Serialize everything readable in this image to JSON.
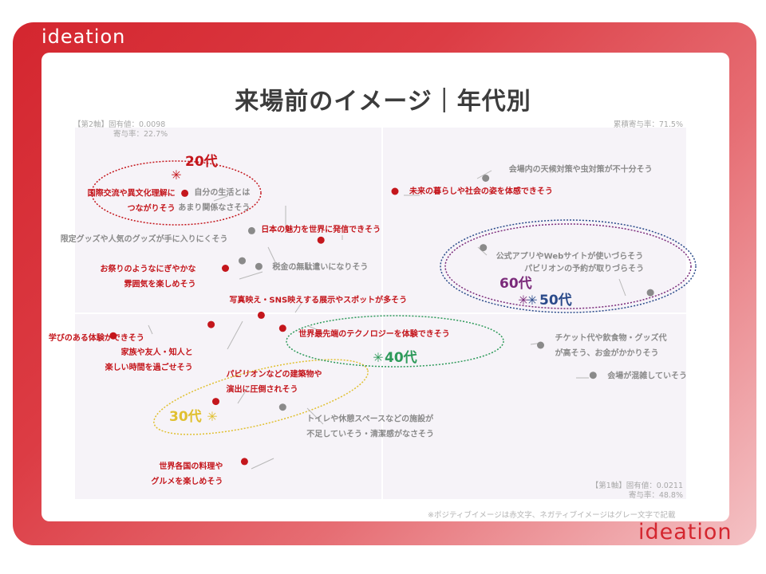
{
  "logo": {
    "top": "ideation",
    "bottom": "ideation"
  },
  "title": "来場前のイメージ｜年代別",
  "meta": {
    "axis2_line1": "【第2軸】固有値：0.0098",
    "axis2_line2": "寄与率：22.7%",
    "cumulative": "累積寄与率：71.5%",
    "axis1_line1": "【第1軸】固有値：0.0211",
    "axis1_line2": "寄与率：48.8%"
  },
  "footnote": "※ポジティブイメージは赤文字、ネガティブイメージはグレー文字で記載",
  "colors": {
    "positive": "#c4161c",
    "negative": "#8a8a8a",
    "age20": "#c4161c",
    "age30": "#e0c030",
    "age40": "#2e9a5a",
    "age50": "#2a4a8a",
    "age60": "#7a2a7a"
  },
  "chart_data": {
    "type": "scatter",
    "points": [
      {
        "label": [
          "国際交流や異文化理解に",
          "つながりそう"
        ],
        "x": -0.78,
        "y": 0.63,
        "polarity": "positive"
      },
      {
        "label": [
          "自分の生活とは",
          "あまり関係なさそう"
        ],
        "x": -0.5,
        "y": 0.43,
        "polarity": "negative"
      },
      {
        "label": [
          "限定グッズや人気のグッズが手に入りにくそう"
        ],
        "x": -0.54,
        "y": 0.27,
        "polarity": "negative"
      },
      {
        "label": [
          "お祭りのようなにぎやかな",
          "雰囲気を楽しめそう"
        ],
        "x": -0.61,
        "y": 0.23,
        "polarity": "positive"
      },
      {
        "label": [
          "税金の無駄遣いになりそう"
        ],
        "x": -0.47,
        "y": 0.24,
        "polarity": "negative"
      },
      {
        "label": [
          "日本の魅力を世界に発信できそう"
        ],
        "x": -0.21,
        "y": 0.38,
        "polarity": "positive"
      },
      {
        "label": [
          "写真映え・SNS映えする展示やスポットが多そう"
        ],
        "x": -0.46,
        "y": -0.02,
        "polarity": "positive"
      },
      {
        "label": [
          "学びのある体験ができそう"
        ],
        "x": -1.08,
        "y": -0.13,
        "polarity": "positive"
      },
      {
        "label": [
          "家族や友人・知人と",
          "楽しい時間を過ごせそう"
        ],
        "x": -0.67,
        "y": -0.07,
        "polarity": "positive"
      },
      {
        "label": [
          "世界最先端のテクノロジーを体験できそう"
        ],
        "x": -0.37,
        "y": -0.09,
        "polarity": "positive"
      },
      {
        "label": [
          "パビリオンなどの建築物や",
          "演出に圧倒されそう"
        ],
        "x": -0.65,
        "y": -0.48,
        "polarity": "positive"
      },
      {
        "label": [
          "トイレや休憩スペースなどの施設が",
          "不足していそう・清潔感がなさそう"
        ],
        "x": -0.37,
        "y": -0.51,
        "polarity": "negative"
      },
      {
        "label": [
          "世界各国の料理や",
          "グルメを楽しめそう"
        ],
        "x": -0.53,
        "y": -0.8,
        "polarity": "positive"
      },
      {
        "label": [
          "会場内の天候対策や虫対策が不十分そう"
        ],
        "x": 0.48,
        "y": 0.71,
        "polarity": "negative"
      },
      {
        "label": [
          "未来の暮らしや社会の姿を体感できそう"
        ],
        "x": 0.1,
        "y": 0.64,
        "polarity": "positive"
      },
      {
        "label": [
          "公式アプリやWebサイトが使いづらそう"
        ],
        "x": 0.47,
        "y": 0.34,
        "polarity": "negative"
      },
      {
        "label": [
          "パビリオンの予約が取りづらそう"
        ],
        "x": 1.17,
        "y": 0.1,
        "polarity": "negative"
      },
      {
        "label": [
          "チケット代や飲食物・グッズ代",
          "が高そう、お金がかかりそう"
        ],
        "x": 0.71,
        "y": -0.18,
        "polarity": "negative"
      },
      {
        "label": [
          "会場が混雑していそう"
        ],
        "x": 0.93,
        "y": -0.34,
        "polarity": "negative"
      }
    ],
    "groups": [
      {
        "name": "20代",
        "label": "20代",
        "x": -0.97,
        "y": 0.77
      },
      {
        "name": "30代",
        "label": "30代",
        "x": -0.8,
        "y": -0.56
      },
      {
        "name": "40代",
        "label": "40代",
        "x": -0.04,
        "y": -0.22
      },
      {
        "name": "50代",
        "label": "50代",
        "x": 0.69,
        "y": 0.07
      },
      {
        "name": "60代",
        "label": "60代",
        "x": 0.63,
        "y": 0.07
      }
    ],
    "xlim": [
      -1.24,
      1.32
    ],
    "ylim": [
      -1.0,
      0.98
    ],
    "grid": false
  }
}
